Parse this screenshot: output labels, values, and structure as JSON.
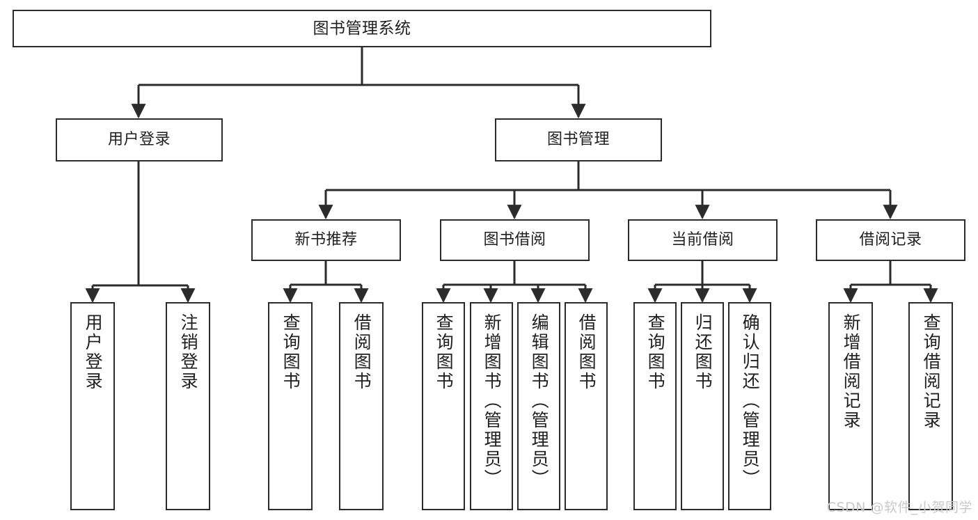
{
  "diagram": {
    "title": "图书管理系统",
    "watermark": "CSDN @软件_小贺同学",
    "colors": {
      "border": "#2b2b2b",
      "text": "#1f1f1f",
      "background": "#ffffff",
      "connector": "#2b2b2b",
      "watermark": "#c9c9c9"
    },
    "nodes": {
      "root": {
        "label": "图书管理系统"
      },
      "level2": [
        {
          "label": "用户登录"
        },
        {
          "label": "图书管理"
        }
      ],
      "level3": [
        {
          "label": "新书推荐"
        },
        {
          "label": "图书借阅"
        },
        {
          "label": "当前借阅"
        },
        {
          "label": "借阅记录"
        }
      ],
      "leaves_user_login": [
        {
          "label": "用户登录"
        },
        {
          "label": "注销登录"
        }
      ],
      "leaves_new_book": [
        {
          "label": "查询图书"
        },
        {
          "label": "借阅图书"
        }
      ],
      "leaves_borrow": [
        {
          "label": "查询图书"
        },
        {
          "label": "新增图书（管理员）"
        },
        {
          "label": "编辑图书（管理员）"
        },
        {
          "label": "借阅图书"
        }
      ],
      "leaves_current": [
        {
          "label": "查询图书"
        },
        {
          "label": "归还图书"
        },
        {
          "label": "确认归还（管理员）"
        }
      ],
      "leaves_record": [
        {
          "label": "新增借阅记录"
        },
        {
          "label": "查询借阅记录"
        }
      ]
    }
  }
}
